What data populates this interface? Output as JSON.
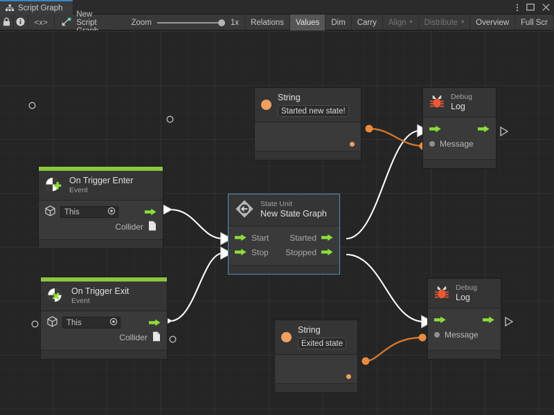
{
  "window": {
    "tab_label": "Script Graph",
    "tab_icon": "graph-hierarchy-icon",
    "menu_icon": "kebab-menu-icon",
    "maximize_icon": "maximize-icon",
    "close_icon": "close-icon"
  },
  "toolbar": {
    "lock_icon": "lock-icon",
    "info_icon": "info-icon",
    "code_label": "<x>",
    "graph_name": "New Script Graph",
    "graph_icon": "script-graph-icon",
    "zoom_label": "Zoom",
    "zoom_value": "1x",
    "zoom_percent": 100,
    "buttons": [
      {
        "label": "Relations",
        "state": "normal"
      },
      {
        "label": "Values",
        "state": "active"
      },
      {
        "label": "Dim",
        "state": "normal"
      },
      {
        "label": "Carry",
        "state": "normal"
      },
      {
        "label": "Align",
        "state": "disabled",
        "caret": "▾"
      },
      {
        "label": "Distribute",
        "state": "disabled",
        "caret": "▾"
      },
      {
        "label": "Overview",
        "state": "normal"
      },
      {
        "label": "Full Scr",
        "state": "normal"
      }
    ]
  },
  "graph": {
    "nodes": {
      "string_top": {
        "title": "String",
        "value": "Started new state!",
        "icon": "string-literal-icon"
      },
      "debug_log_top": {
        "subtitle": "Debug",
        "title": "Log",
        "icon": "bug-icon",
        "message_port": "Message"
      },
      "on_trigger_enter": {
        "title": "On Trigger Enter",
        "subtitle": "Event",
        "icon": "trigger-enter-icon",
        "target_value": "This",
        "target_icon": "gameobject-cube-icon",
        "output_label": "Collider",
        "output_icon": "collider-file-icon"
      },
      "state_unit": {
        "subtitle": "State Unit",
        "title": "New State Graph",
        "icon": "state-unit-icon",
        "inputs": [
          "Start",
          "Stop"
        ],
        "outputs": [
          "Started",
          "Stopped"
        ],
        "selected": true
      },
      "on_trigger_exit": {
        "title": "On Trigger Exit",
        "subtitle": "Event",
        "icon": "trigger-exit-icon",
        "target_value": "This",
        "target_icon": "gameobject-cube-icon",
        "output_label": "Collider",
        "output_icon": "collider-file-icon"
      },
      "string_bottom": {
        "title": "String",
        "value": "Exited state",
        "icon": "string-literal-icon"
      },
      "debug_log_bottom": {
        "subtitle": "Debug",
        "title": "Log",
        "icon": "bug-icon",
        "message_port": "Message"
      }
    },
    "colors": {
      "event_accent": "#8cc63f",
      "flow_edge": "#ffffff",
      "value_edge": "#d2762e",
      "value_port": "#f0a060",
      "selection": "#4d94b8",
      "node_body": "#3a3a3a",
      "node_header": "#353535",
      "canvas": "#252525"
    }
  }
}
